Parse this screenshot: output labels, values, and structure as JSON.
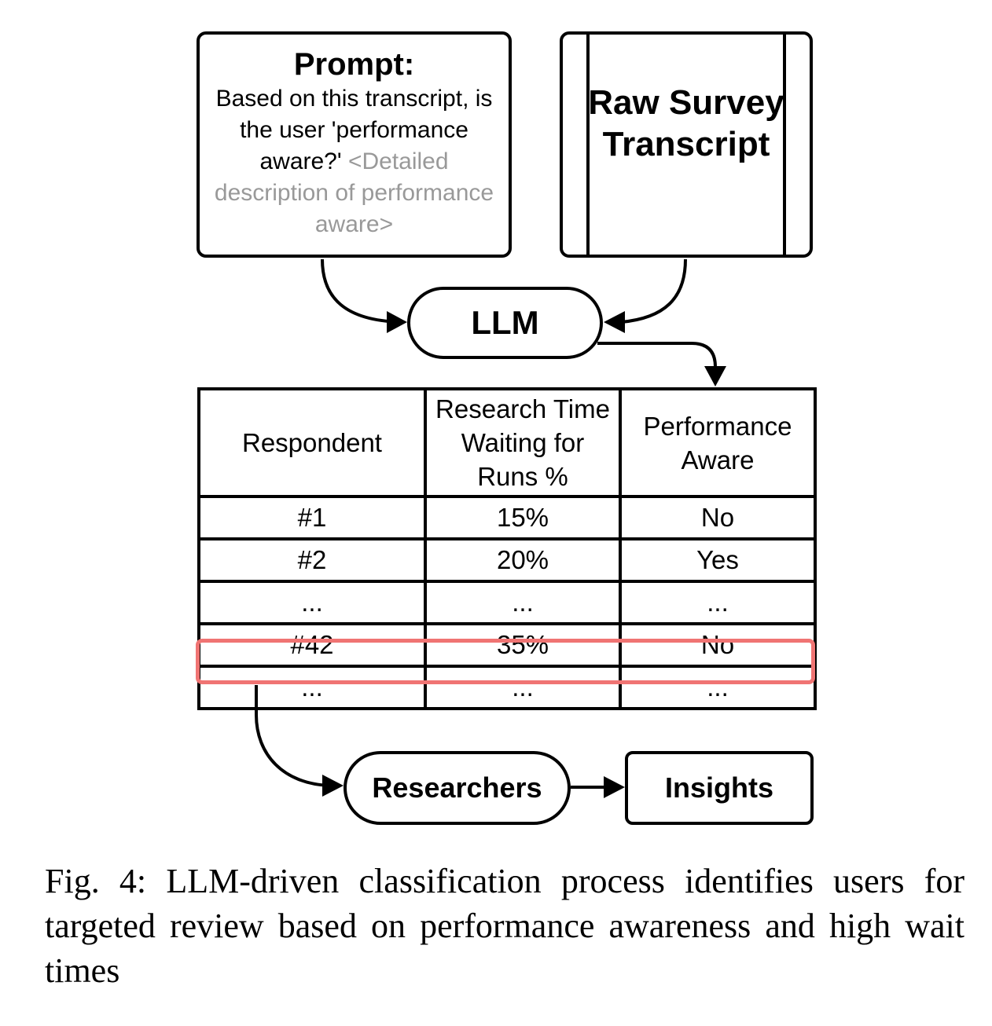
{
  "prompt": {
    "title": "Prompt:",
    "body": "Based on this transcript, is the user 'performance aware?'",
    "detail": "<Detailed description of performance aware>"
  },
  "transcript": {
    "title": "Raw Survey Transcript"
  },
  "llm": {
    "label": "LLM"
  },
  "table": {
    "headers": [
      "Respondent",
      "Research Time Waiting for Runs %",
      "Performance Aware"
    ],
    "rows": [
      [
        "#1",
        "15%",
        "No"
      ],
      [
        "#2",
        "20%",
        "Yes"
      ],
      [
        "...",
        "...",
        "..."
      ],
      [
        "#42",
        "35%",
        "No"
      ],
      [
        "...",
        "...",
        "..."
      ]
    ],
    "highlighted_row": "#42",
    "highlight_color": "#f07473"
  },
  "researchers": {
    "label": "Researchers"
  },
  "insights": {
    "label": "Insights"
  },
  "caption": "Fig. 4: LLM-driven classification process identifies users for targeted review based on performance awareness and high wait times",
  "colors": {
    "detail_text": "#999999",
    "highlight": "#f07473",
    "stroke": "#000000"
  }
}
